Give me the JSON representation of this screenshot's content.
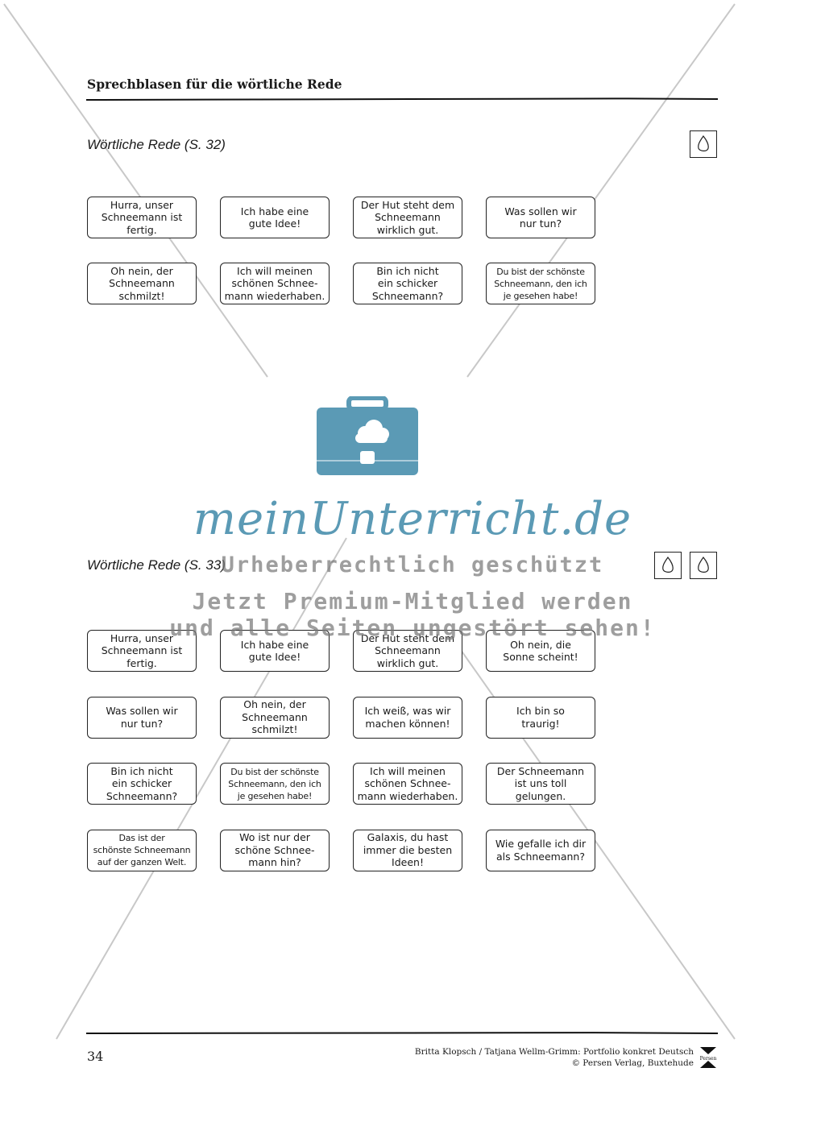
{
  "header": {
    "title": "Sprechblasen für die wörtliche Rede"
  },
  "section1": {
    "title": "Wörtliche Rede (S. 32)",
    "level_icon": "drop-outline-icon",
    "cards": [
      "Hurra, unser\nSchneemann ist\nfertig.",
      "Ich habe eine\ngute Idee!",
      "Der Hut steht dem\nSchneemann\nwirklich gut.",
      "Was sollen wir\nnur tun?",
      "Oh nein, der\nSchneemann\nschmilzt!",
      "Ich will meinen\nschönen Schnee-\nmann wiederhaben.",
      "Bin ich nicht\nein schicker\nSchneemann?",
      "Du bist der schönste\nSchneemann, den ich\nje gesehen habe!"
    ]
  },
  "section2": {
    "title": "Wörtliche Rede (S. 33)",
    "level_icons": [
      "drop-outline-icon",
      "drop-outline-icon"
    ],
    "cards": [
      "Hurra, unser\nSchneemann ist\nfertig.",
      "Ich habe eine\ngute Idee!",
      "Der Hut steht dem\nSchneemann\nwirklich gut.",
      "Oh nein, die\nSonne scheint!",
      "Was sollen wir\nnur tun?",
      "Oh nein, der\nSchneemann\nschmilzt!",
      "Ich weiß, was wir\nmachen können!",
      "Ich bin so\ntraurig!",
      "Bin ich nicht\nein schicker\nSchneemann?",
      "Du bist der schönste\nSchneemann, den ich\nje gesehen habe!",
      "Ich will meinen\nschönen Schnee-\nmann wiederhaben.",
      "Der Schneemann\nist uns toll\ngelungen.",
      "Das ist der\nschönste Schneemann\nauf der ganzen Welt.",
      "Wo ist nur der\nschöne Schnee-\nmann hin?",
      "Galaxis, du hast\nimmer die besten\nIdeen!",
      "Wie gefalle ich dir\nals Schneemann?"
    ]
  },
  "watermark": {
    "brand": "meinUnterricht.de",
    "line1": "Urheberrechtlich geschützt",
    "line2": "Jetzt Premium-Mitglied werden",
    "line3": "und alle Seiten ungestört sehen!",
    "logo_icon": "briefcase-cloud-icon",
    "brand_color": "#5b9ab5"
  },
  "footer": {
    "page_number": "34",
    "credit_line1": "Britta Klopsch / Tatjana Wellm-Grimm: Portfolio konkret Deutsch",
    "credit_line2": "© Persen Verlag, Buxtehude",
    "publisher_logo_text": "Persen"
  }
}
